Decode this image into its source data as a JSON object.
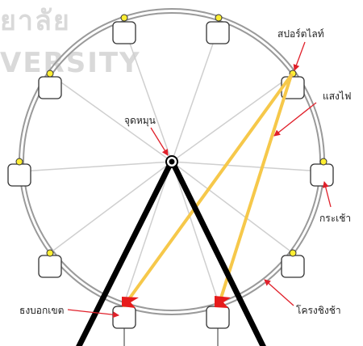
{
  "watermark": {
    "line1": "ยาลัย",
    "line2": "VERSITY"
  },
  "labels": {
    "spotlight": "สปอร์ตไลท์",
    "light_beam": "แสงไฟ",
    "pivot": "จุดหมุน",
    "cabin": "กระเช้า",
    "wheel_frame": "โครงชิงช้า",
    "marker_flag": "ธงบอกเขต"
  },
  "colors": {
    "rim": "#9a9a9a",
    "spoke": "#cfcfcf",
    "beam": "#f6c84a",
    "support": "#000000",
    "arrow": "#e0202a",
    "flag": "#e61b1b",
    "spotlight": "#ffee33"
  }
}
